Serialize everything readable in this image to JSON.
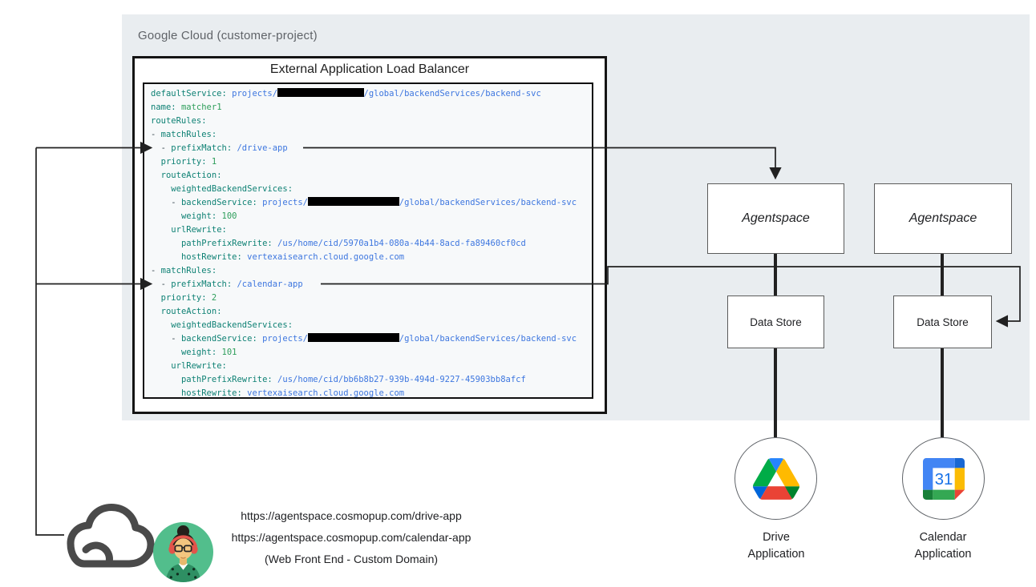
{
  "header": {
    "project_label": "Google Cloud (customer-project)"
  },
  "load_balancer": {
    "title": "External Application Load Balancer",
    "code": {
      "lines": [
        [
          {
            "t": "defaultService: ",
            "c": "key"
          },
          {
            "t": "projects/",
            "c": "str"
          },
          {
            "c": "redact",
            "w": 17
          },
          {
            "t": "/global/backendServices/backend-svc",
            "c": "str"
          }
        ],
        [
          {
            "t": "name: ",
            "c": "key"
          },
          {
            "t": "matcher1",
            "c": "num"
          }
        ],
        [
          {
            "t": "routeRules:",
            "c": "key"
          }
        ],
        [
          {
            "t": "- ",
            "c": "plain"
          },
          {
            "t": "matchRules:",
            "c": "key"
          }
        ],
        [
          {
            "t": "  - ",
            "c": "plain"
          },
          {
            "t": "prefixMatch: ",
            "c": "key"
          },
          {
            "t": "/drive-app",
            "c": "str"
          }
        ],
        [
          {
            "t": "  ",
            "c": "plain"
          },
          {
            "t": "priority: ",
            "c": "key"
          },
          {
            "t": "1",
            "c": "num"
          }
        ],
        [
          {
            "t": "  ",
            "c": "plain"
          },
          {
            "t": "routeAction:",
            "c": "key"
          }
        ],
        [
          {
            "t": "    ",
            "c": "plain"
          },
          {
            "t": "weightedBackendServices:",
            "c": "key"
          }
        ],
        [
          {
            "t": "    - ",
            "c": "plain"
          },
          {
            "t": "backendService: ",
            "c": "key"
          },
          {
            "t": "projects/",
            "c": "str"
          },
          {
            "c": "redact",
            "w": 18
          },
          {
            "t": "/global/backendServices/backend-svc",
            "c": "str"
          }
        ],
        [
          {
            "t": "      ",
            "c": "plain"
          },
          {
            "t": "weight: ",
            "c": "key"
          },
          {
            "t": "100",
            "c": "num"
          }
        ],
        [
          {
            "t": "    ",
            "c": "plain"
          },
          {
            "t": "urlRewrite:",
            "c": "key"
          }
        ],
        [
          {
            "t": "      ",
            "c": "plain"
          },
          {
            "t": "pathPrefixRewrite: ",
            "c": "key"
          },
          {
            "t": "/us/home/cid/5970a1b4-080a-4b44-8acd-fa89460cf0cd",
            "c": "str"
          }
        ],
        [
          {
            "t": "      ",
            "c": "plain"
          },
          {
            "t": "hostRewrite: ",
            "c": "key"
          },
          {
            "t": "vertexaisearch.cloud.google.com",
            "c": "str"
          }
        ],
        [
          {
            "t": "- ",
            "c": "plain"
          },
          {
            "t": "matchRules:",
            "c": "key"
          }
        ],
        [
          {
            "t": "  - ",
            "c": "plain"
          },
          {
            "t": "prefixMatch: ",
            "c": "key"
          },
          {
            "t": "/calendar-app",
            "c": "str"
          }
        ],
        [
          {
            "t": "  ",
            "c": "plain"
          },
          {
            "t": "priority: ",
            "c": "key"
          },
          {
            "t": "2",
            "c": "num"
          }
        ],
        [
          {
            "t": "  ",
            "c": "plain"
          },
          {
            "t": "routeAction:",
            "c": "key"
          }
        ],
        [
          {
            "t": "    ",
            "c": "plain"
          },
          {
            "t": "weightedBackendServices:",
            "c": "key"
          }
        ],
        [
          {
            "t": "    - ",
            "c": "plain"
          },
          {
            "t": "backendService: ",
            "c": "key"
          },
          {
            "t": "projects/",
            "c": "str"
          },
          {
            "c": "redact",
            "w": 18
          },
          {
            "t": "/global/backendServices/backend-svc",
            "c": "str"
          }
        ],
        [
          {
            "t": "      ",
            "c": "plain"
          },
          {
            "t": "weight: ",
            "c": "key"
          },
          {
            "t": "101",
            "c": "num"
          }
        ],
        [
          {
            "t": "    ",
            "c": "plain"
          },
          {
            "t": "urlRewrite:",
            "c": "key"
          }
        ],
        [
          {
            "t": "      ",
            "c": "plain"
          },
          {
            "t": "pathPrefixRewrite: ",
            "c": "key"
          },
          {
            "t": "/us/home/cid/bb6b8b27-939b-494d-9227-45903bb8afcf",
            "c": "str"
          }
        ],
        [
          {
            "t": "      ",
            "c": "plain"
          },
          {
            "t": "hostRewrite: ",
            "c": "key"
          },
          {
            "t": "vertexaisearch.cloud.google.com",
            "c": "str"
          }
        ]
      ]
    }
  },
  "agentspace": {
    "left_label": "Agentspace",
    "right_label": "Agentspace"
  },
  "data_stores": {
    "left_label": "Data Store",
    "right_label": "Data Store"
  },
  "apps": {
    "drive": {
      "icon": "google-drive-icon",
      "label_line1": "Drive",
      "label_line2": "Application"
    },
    "calendar": {
      "icon": "google-calendar-icon",
      "label_line1": "Calendar",
      "label_line2": "Application",
      "day": "31"
    }
  },
  "frontend": {
    "url_drive": "https://agentspace.cosmopup.com/drive-app",
    "url_calendar": "https://agentspace.cosmopup.com/calendar-app",
    "caption": "(Web Front End - Custom Domain)",
    "icons": [
      "cloud-icon",
      "user-avatar"
    ]
  },
  "colors": {
    "panel_bg": "#e9edf0",
    "code_bg": "#f7f9fa",
    "yaml_key": "#0e8174",
    "yaml_string": "#3d76df",
    "yaml_scalar": "#2e9e5b",
    "line_color": "#212121",
    "drive_green": "#00ac47",
    "drive_yellow": "#ffba00",
    "drive_blue": "#2684fc",
    "drive_red": "#ea4335",
    "calendar_blue": "#4285f4",
    "calendar_yellow": "#fbbc04",
    "calendar_green": "#34a853",
    "calendar_red": "#ea4335",
    "avatar_bg": "#52be8c"
  }
}
